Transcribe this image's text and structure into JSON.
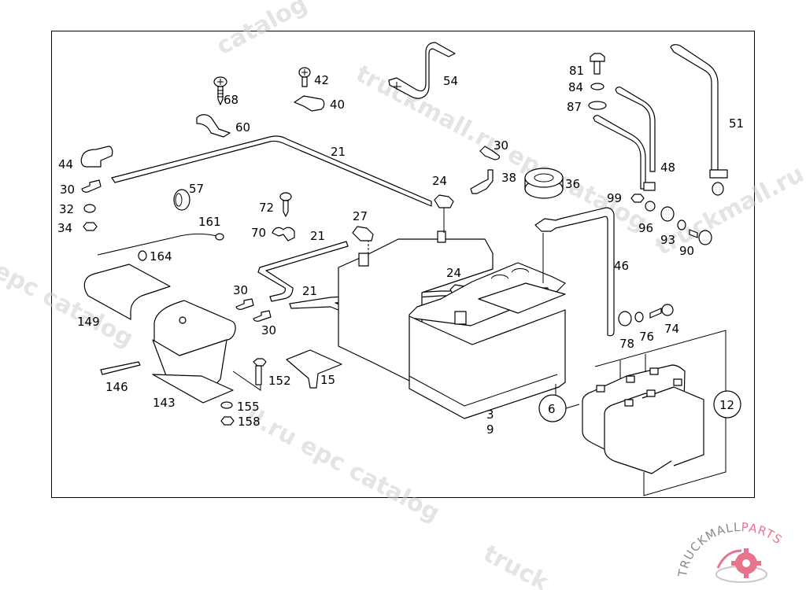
{
  "diagram": {
    "title": "Battery and battery cables parts diagram",
    "labels": {
      "l3": "3",
      "l9": "9",
      "l6": "6",
      "l12": "12",
      "l15": "15",
      "l21a": "21",
      "l21b": "21",
      "l21c": "21",
      "l24a": "24",
      "l24b": "24",
      "l27": "27",
      "l30a": "30",
      "l30b": "30",
      "l30c": "30",
      "l30d": "30",
      "l32": "32",
      "l34": "34",
      "l36": "36",
      "l38": "38",
      "l40": "40",
      "l42": "42",
      "l44": "44",
      "l46": "46",
      "l48": "48",
      "l51": "51",
      "l54": "54",
      "l57": "57",
      "l60": "60",
      "l68": "68",
      "l70": "70",
      "l72": "72",
      "l74": "74",
      "l76": "76",
      "l78": "78",
      "l81": "81",
      "l84": "84",
      "l87": "87",
      "l90": "90",
      "l93": "93",
      "l96": "96",
      "l99": "99",
      "l143": "143",
      "l146": "146",
      "l149": "149",
      "l152": "152",
      "l155": "155",
      "l158": "158",
      "l161": "161",
      "l164": "164"
    },
    "icons": {
      "battery": "battery-icon",
      "battery_cells": "battery-cells-icon",
      "cable": "cable-icon",
      "bolt": "bolt-icon",
      "screw": "screw-icon",
      "washer": "washer-icon",
      "nut": "nut-icon",
      "clamp": "clamp-icon",
      "terminal": "terminal-clamp-icon",
      "bracket": "bracket-icon",
      "cover": "cover-icon",
      "box": "battery-box-icon"
    }
  },
  "watermarks": {
    "w1": "catalog",
    "w2": "truckmall.ru epc catalog",
    "w3": "ll.ru epc catalog",
    "w4": "truckmall.ru",
    "w5": "epc catalog",
    "w6": "truckmall.ru e",
    "w7": "truck"
  },
  "logo": {
    "text_left": "TRUCKMALL",
    "text_right": "PARTS",
    "accent_color": "#e8738f",
    "gray_color": "#8a8a8a"
  }
}
